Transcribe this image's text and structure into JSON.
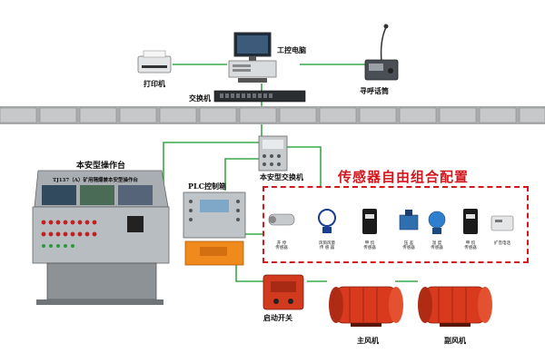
{
  "labels": {
    "workstation": "工控电脑",
    "printer": "打印机",
    "paging_mic": "寻呼话筒",
    "switch": "交换机",
    "console_title": "本安型操作台",
    "console_panel_title": "TJ137（A）矿用隔爆兼本安型操作台",
    "ia_switch": "本安型交换机",
    "plc_box": "PLC控制箱",
    "sensor_group_title": "传感器自由组合配置",
    "start_switch": "启动开关",
    "main_fan": "主风机",
    "aux_fan": "副风机"
  },
  "sensors": [
    {
      "id": "s1",
      "label": "开 停\n传感器"
    },
    {
      "id": "s2",
      "label": "风筒风量\n传 感 器"
    },
    {
      "id": "s3",
      "label": "甲 烷\n传感器"
    },
    {
      "id": "s4",
      "label": "压 差\n传感器"
    },
    {
      "id": "s5",
      "label": "温 度\n传感器"
    },
    {
      "id": "s6",
      "label": "甲 烷\n传感器"
    },
    {
      "id": "s7",
      "label": "扩音电话"
    }
  ],
  "colors": {
    "link": "#3aa84a",
    "accent_red": "#d4161d",
    "fan_red": "#d93a1e",
    "orange_box": "#f08a1c",
    "steel": "#9ca3a8"
  }
}
